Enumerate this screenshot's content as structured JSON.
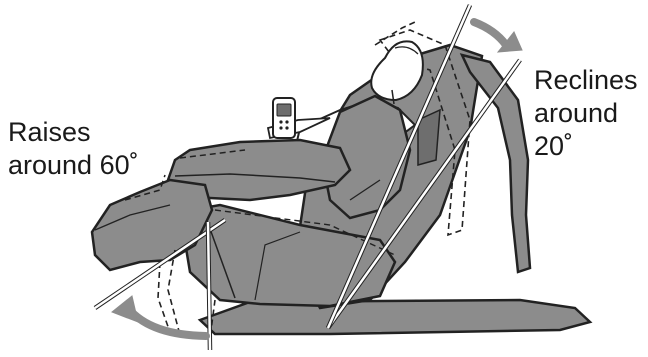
{
  "annotations": {
    "raises": {
      "line1": "Raises",
      "line2": "around 60˚"
    },
    "reclines": {
      "line1": "Reclines",
      "line2": "around",
      "line3": "20˚"
    }
  },
  "colors": {
    "chair_fill": "#8c8c8c",
    "chair_dark": "#6e6e6e",
    "outline": "#222222",
    "arrow": "#8c8c8c",
    "guide_line": "#ffffff",
    "background": "#ffffff"
  },
  "icons": {
    "remote": "remote-control-icon",
    "raise_arrow": "curved-arrow-icon",
    "recline_arrow": "curved-arrow-icon"
  }
}
